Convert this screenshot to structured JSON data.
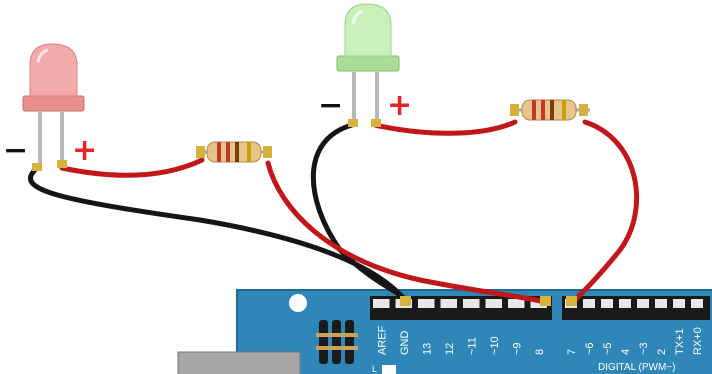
{
  "colors": {
    "board": "#2f87b8",
    "board_edge": "#1d6a96",
    "wire_red": "#c0181a",
    "wire_black": "#151515",
    "plus_sign": "#e8242a",
    "led_red_body": "#f2aaaa",
    "led_green_body": "#c9f0b9",
    "resistor_body": "#e6c48c",
    "header": "#1a1a1a"
  },
  "leds": [
    {
      "id": "red-led",
      "color": "red"
    },
    {
      "id": "green-led",
      "color": "green"
    }
  ],
  "polarity": {
    "minus": "−",
    "plus": "+"
  },
  "board": {
    "pins_left": [
      "AREF",
      "GND",
      "13",
      "12",
      "~11",
      "~10",
      "~9",
      "8"
    ],
    "pins_right": [
      "7",
      "~6",
      "~5",
      "4",
      "~3",
      "2",
      "TX+1",
      "RX+0"
    ],
    "digital_label": "DIGITAL (PWM~)",
    "l_label": "L"
  }
}
